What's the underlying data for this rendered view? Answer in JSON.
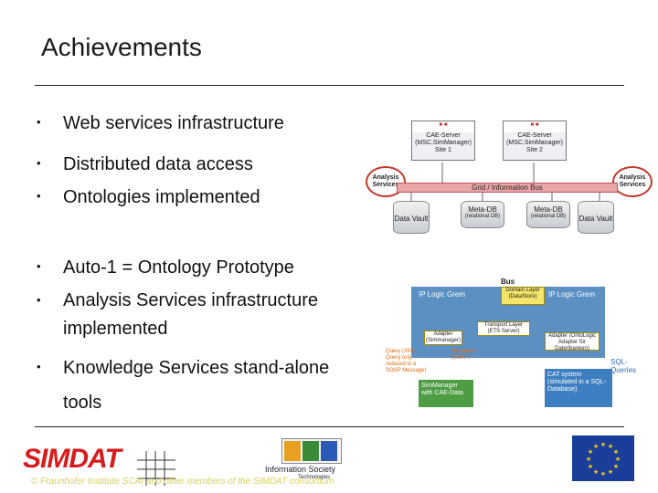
{
  "title": "Achievements",
  "bullets_top": [
    "Web services infrastructure",
    "Distributed data access",
    "Ontologies implemented"
  ],
  "bullets_bottom": [
    "Auto-1 = Ontology Prototype",
    "Analysis Services infrastructure implemented",
    "Knowledge Services stand-alone tools"
  ],
  "diagram1": {
    "site1": "CAE-Server (MSC.SimManager) Site 1",
    "site2": "CAE-Server (MSC.SimManager) Site 2",
    "analysis_left": "Analysis Services",
    "analysis_right": "Analysis Services",
    "bus": "Grid / Information Bus",
    "vault_left": "Data Vault",
    "vault_right": "Data Vault",
    "metadb_left": "Meta-DB",
    "metadb_left_sub": "(relational DB)",
    "metadb_right": "Meta-DB",
    "metadb_right_sub": "(relational DB)"
  },
  "diagram2": {
    "bus": "Bus",
    "ip_left": "IP Logic Grem",
    "ip_right": "IP Logic Grem",
    "domain": "Domain Layer (DataStore)",
    "transport": "Transport Layer (ETS Server)",
    "adapter_left": "Adapter (Simmanager)",
    "adapter_right": "Adapter (OntoLogic Adapter für Datenbanken)",
    "query": "Query (XML Query only reduced to a SOAP Message)",
    "response": "Response (SOAP)",
    "sql": "SQL-Queries",
    "simmanager": "SimManager with CAE-Data",
    "cat": "CAT system (simulated in a SQL-Database)"
  },
  "logos": {
    "simdat": "SIMDAT",
    "infosoc_line1": "Information Society",
    "infosoc_line2": "Technologies"
  },
  "footer": "© Fraunhofer Institute SCAI and other members of the SIMDAT consortium"
}
